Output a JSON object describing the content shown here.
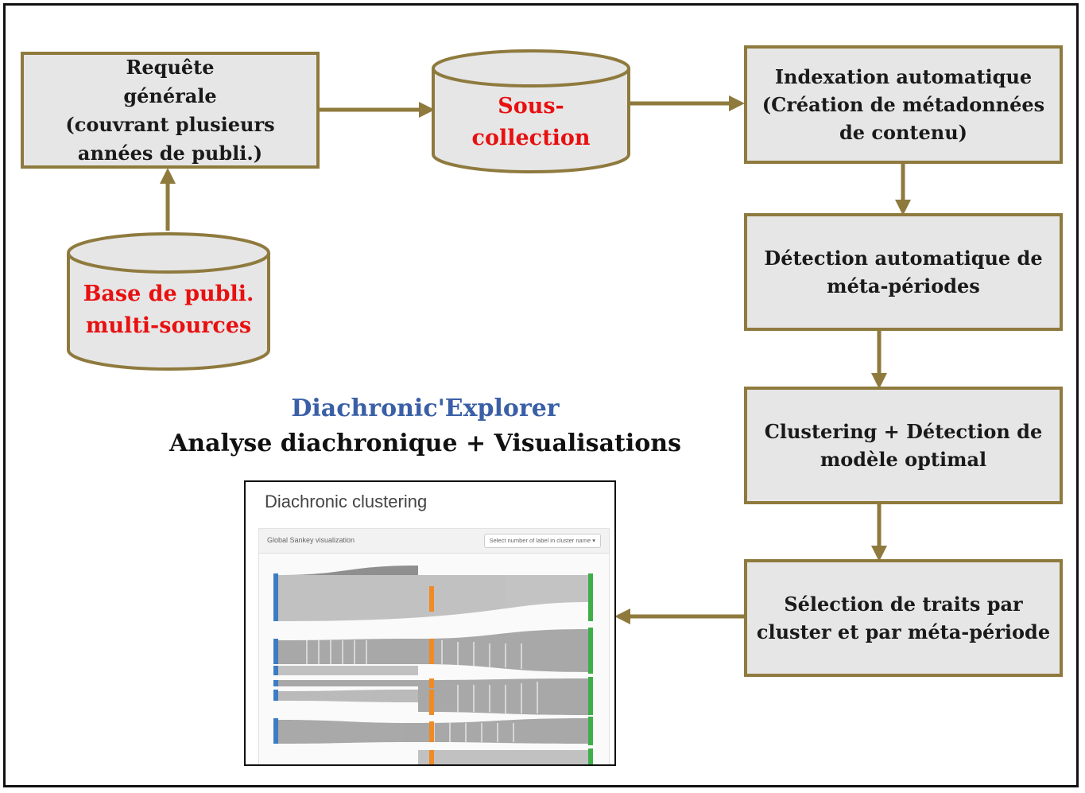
{
  "diagram": {
    "boxes": {
      "requete": "Requête\ngénérale\n(couvrant plusieurs\nannées de publi.)",
      "indexation": "Indexation automatique\n(Création de métadonnées\nde contenu)",
      "detection": "Détection automatique de\nméta-périodes",
      "clustering": "Clustering + Détection de\nmodèle optimal",
      "selection": "Sélection de traits par\ncluster et par méta-période"
    },
    "databases": {
      "sous_collection": "Sous-\ncollection",
      "base": "Base de publi.\nmulti-sources"
    },
    "title_app": "Diachronic'Explorer",
    "title_subtitle": "Analyse diachronique + Visualisations"
  },
  "screenshot": {
    "title": "Diachronic clustering",
    "panel_title": "Global Sankey visualization",
    "select_label": "Select number of label in cluster name ▾"
  },
  "colors": {
    "box_fill": "#e6e6e6",
    "box_border": "#8f7a3e",
    "cylinder_text": "#e81010",
    "app_title": "#3a5fa6",
    "sankey_blue": "#3c7cc4",
    "sankey_orange": "#f08a24",
    "sankey_green": "#3fae49"
  }
}
